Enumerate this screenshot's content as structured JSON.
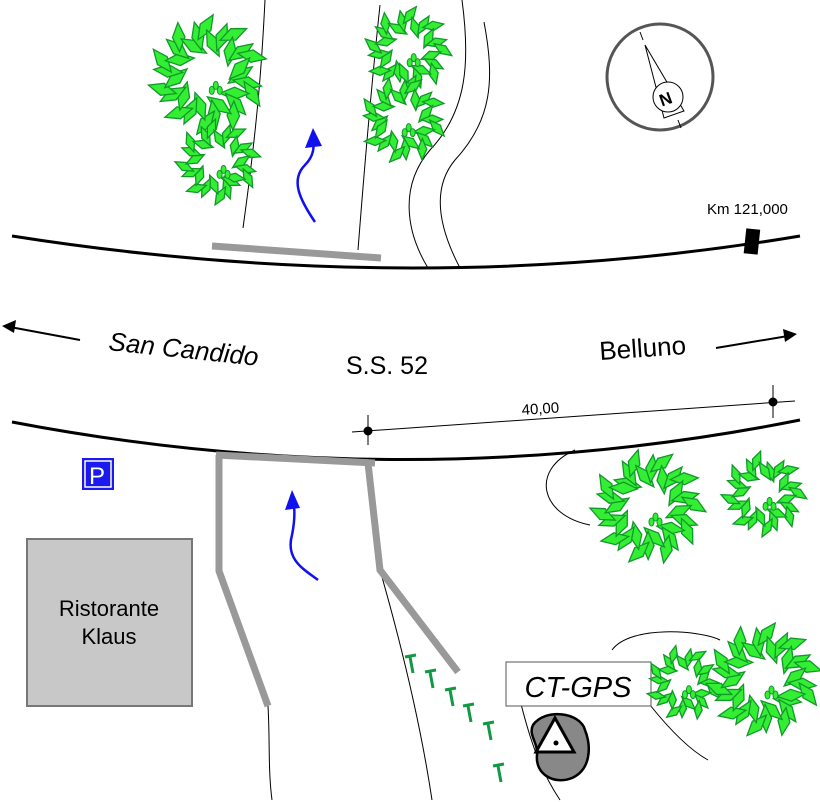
{
  "labels": {
    "west_direction": "San Candido",
    "road_name": "S.S. 52",
    "east_direction": "Belluno",
    "km_marker": "Km 121,000",
    "distance": "40,00",
    "parking": "P",
    "restaurant_line1": "Ristorante",
    "restaurant_line2": "Klaus",
    "station": "CT-GPS",
    "compass": "N"
  },
  "colors": {
    "tree_fill": "#33ee33",
    "tree_stroke": "#11992a",
    "flow_arrow": "#1111ee",
    "guardrail": "#999999",
    "parking": "#1a1aee",
    "building": "#c8c8c8"
  },
  "icons": [
    "compass-icon",
    "parking-icon",
    "gps-station-icon",
    "tree-icon",
    "flow-arrow-icon"
  ]
}
